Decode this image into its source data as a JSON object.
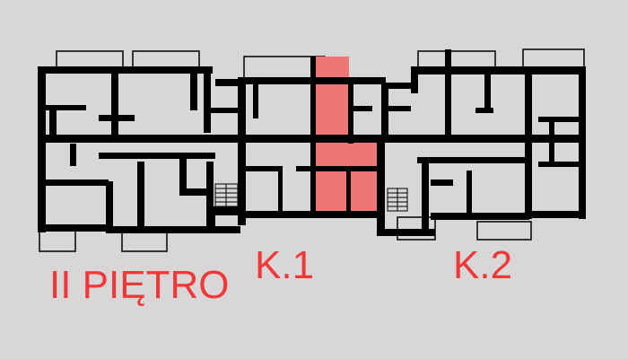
{
  "plan": {
    "floor_label": "II PIĘTRO",
    "stair_labels": [
      "K.1",
      "K.2"
    ],
    "highlight_color": "#ee7676",
    "wall_color": "#000000"
  }
}
